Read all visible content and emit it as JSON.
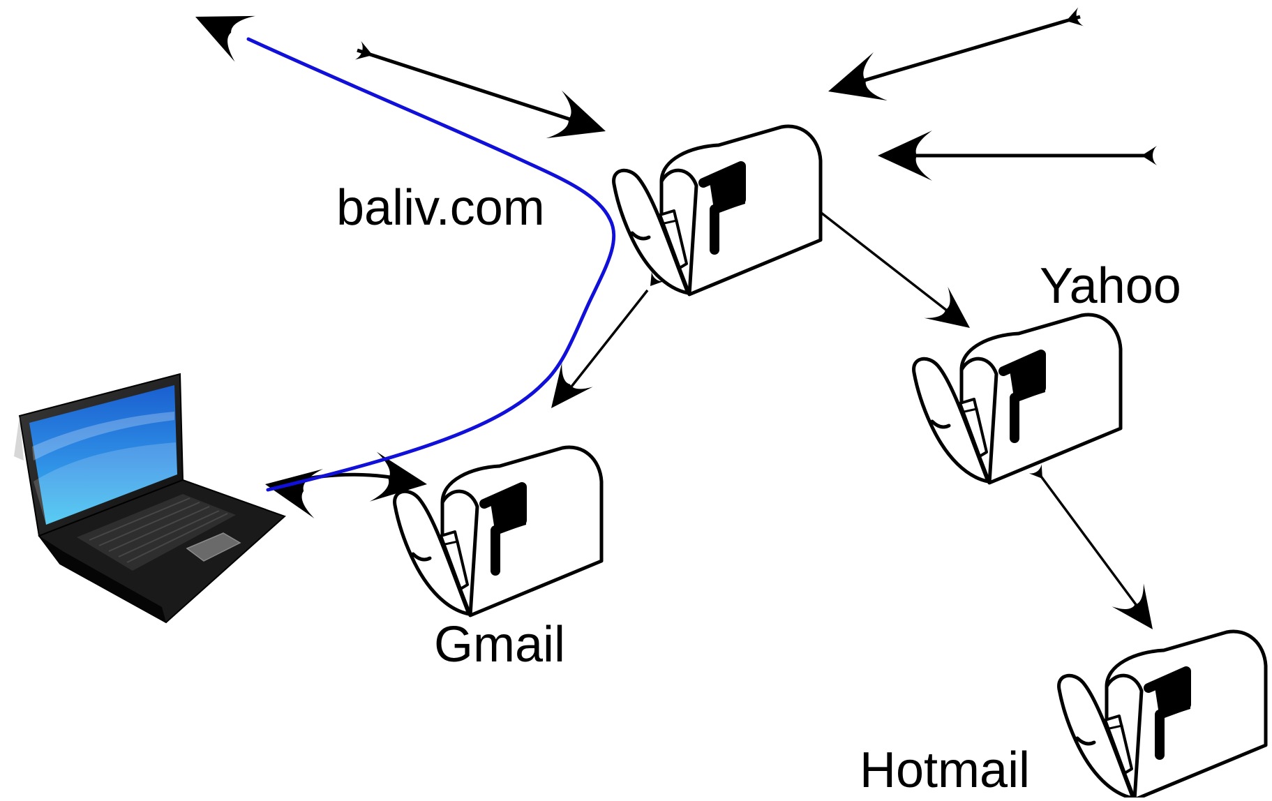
{
  "labels": {
    "baliv": "baliv.com",
    "yahoo": "Yahoo",
    "gmail": "Gmail",
    "hotmail": "Hotmail"
  },
  "colors": {
    "route_line": "#1010d8",
    "arrow": "#000000",
    "laptop_screen_top": "#1a5fd0",
    "laptop_screen_bottom": "#35c2f0",
    "laptop_body": "#1a1a1a"
  },
  "icons": {
    "mailbox": "mailbox-icon",
    "laptop": "laptop-icon"
  }
}
